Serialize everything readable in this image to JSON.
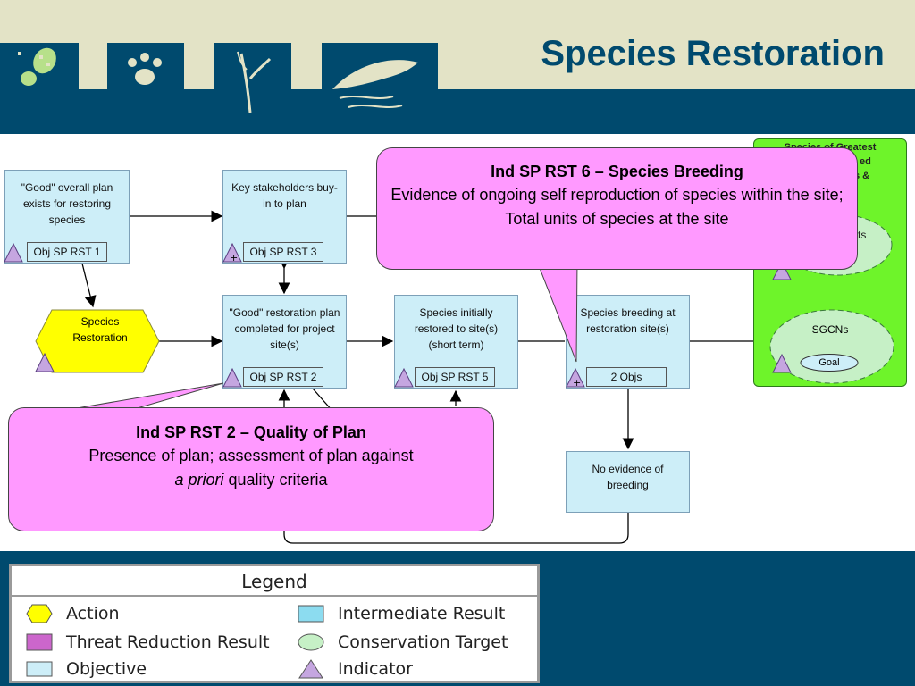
{
  "title": "Species Restoration",
  "header_icons": [
    "footprint-icon",
    "paw-print-icon",
    "plant-icon",
    "fish-icon"
  ],
  "nodes": {
    "obj1": {
      "text": "\"Good\" overall plan exists for restoring species",
      "label": "Obj SP RST 1"
    },
    "obj3": {
      "text": "Key stakeholders buy-in to plan",
      "label": "Obj SP RST 3"
    },
    "obj2": {
      "text": "\"Good\" restoration plan completed for project site(s)",
      "label": "Obj SP RST 2"
    },
    "obj5": {
      "text": "Species initially restored to site(s) (short term)",
      "label": "Obj SP RST 5"
    },
    "breeding": {
      "text": "Species breeding at restoration site(s)",
      "label": "2 Objs"
    },
    "no_breeding": {
      "text": "No evidence of breeding"
    },
    "action": {
      "text": "Species Restoration"
    }
  },
  "target_panel": {
    "header_partial": "Species of Greatest",
    "partial_lines": [
      "ed",
      "s &",
      "ts"
    ],
    "sgcn_label": "SGCNs",
    "goal_label": "Goal"
  },
  "callouts": {
    "rst6": {
      "title": "Ind SP RST 6 – Species Breeding",
      "body": "Evidence of ongoing self reproduction of species within the site; Total units of species at the site"
    },
    "rst2": {
      "title": "Ind SP RST 2 – Quality of Plan",
      "body_line1": "Presence of plan; assessment of plan against",
      "body_italic": "a priori",
      "body_rest": " quality criteria"
    }
  },
  "legend": {
    "title": "Legend",
    "items": [
      {
        "label": "Action",
        "icon": "yellow-hexagon-icon",
        "color": "#ffff00"
      },
      {
        "label": "Threat Reduction Result",
        "icon": "purple-rectangle-icon",
        "color": "#cc66cc"
      },
      {
        "label": "Objective",
        "icon": "light-blue-rectangle-icon",
        "color": "#cdeef8"
      },
      {
        "label": "Intermediate Result",
        "icon": "blue-rectangle-icon",
        "color": "#8cdcf0"
      },
      {
        "label": "Conservation Target",
        "icon": "green-ellipse-icon",
        "color": "#c6f0c6"
      },
      {
        "label": "Indicator",
        "icon": "purple-triangle-icon",
        "color": "#c5a6e0"
      }
    ]
  },
  "colors": {
    "navy": "#004a6e",
    "header_bg": "#e3e3c6",
    "callout": "#ff99ff",
    "objective": "#cdeef8",
    "action": "#ffff00",
    "target_panel": "#6ef42a",
    "indicator": "#c5a6e0"
  }
}
